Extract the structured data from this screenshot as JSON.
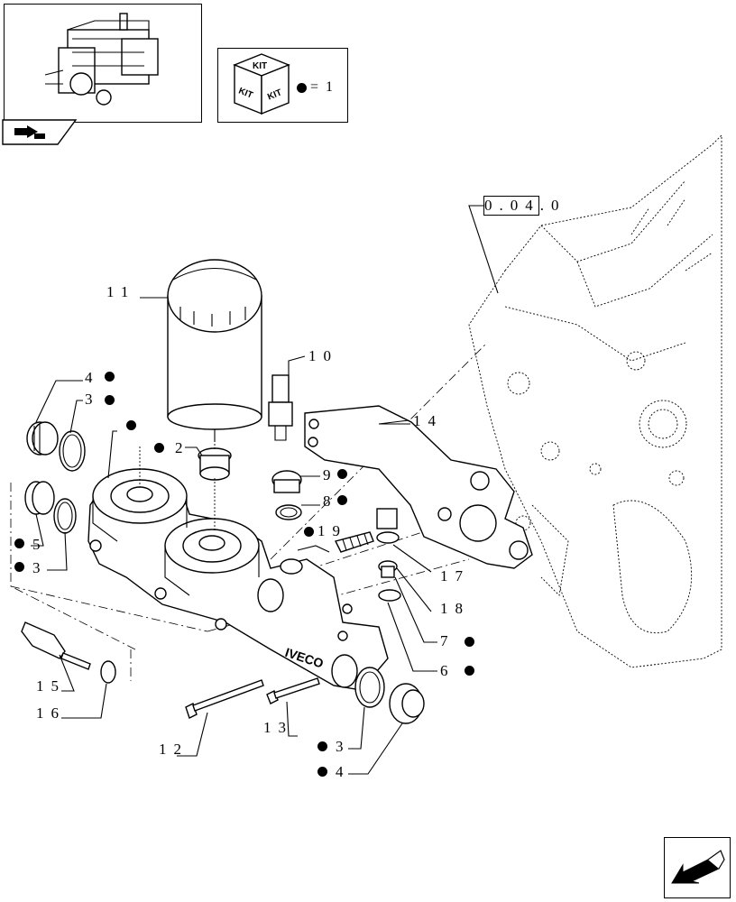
{
  "header": {
    "kit_word": "KIT",
    "kit_equals": "= 1"
  },
  "reference": {
    "code": "0.04.0"
  },
  "callouts": {
    "c1": "11",
    "c2": "10",
    "c3": "4",
    "c4": "3",
    "c5": "2",
    "c6": "14",
    "c7": "9",
    "c8": "8",
    "c9": "19",
    "c10": "5",
    "c11": "3",
    "c12": "17",
    "c13": "18",
    "c14": "7",
    "c15": "6",
    "c16": "15",
    "c17": "16",
    "c18": "13",
    "c19": "12",
    "c20": "3",
    "c21": "4"
  },
  "icons": {
    "thumbnail": "engine-thumbnail-icon",
    "kit": "kit-cube-icon",
    "prev": "prev-page-icon",
    "next": "next-page-icon"
  },
  "colors": {
    "ink": "#000000",
    "paper": "#ffffff"
  }
}
